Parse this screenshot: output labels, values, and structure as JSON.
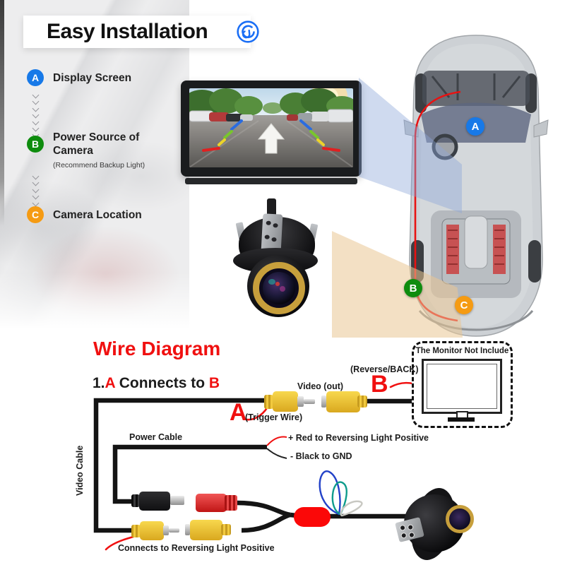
{
  "header": {
    "title": "Easy Installation"
  },
  "installation": {
    "items": [
      {
        "key": "A",
        "label": "Display Screen",
        "color": "#1779e8"
      },
      {
        "key": "B",
        "label": "Power Source of Camera",
        "note": "(Recommend Backup Light)",
        "color": "#0e8c0e"
      },
      {
        "key": "C",
        "label": "Camera Location",
        "color": "#f59b13"
      }
    ]
  },
  "wire_diagram": {
    "title": "Wire Diagram",
    "step": {
      "prefix": "1.",
      "a": "A",
      "middle": " Connects to ",
      "b": "B"
    },
    "labels": {
      "video_out": "Video (out)",
      "reverse_back": "(Reverse/BACK)",
      "a_marker": "A",
      "b_marker": "B",
      "trigger_wire": "(Trigger Wire)",
      "power_cable": "Power Cable",
      "video_cable": "Video Cable",
      "red_positive": "+ Red to Reversing Light Positive",
      "black_gnd": "- Black to GND",
      "connects_reversing": "Connects to Reversing Light Positive",
      "monitor_note": "The Monitor Not Include"
    }
  },
  "colors": {
    "red_accent": "#f01010",
    "badge_a": "#1779e8",
    "badge_b": "#0e8c0e",
    "badge_c": "#f59b13",
    "rca_yellow": "#f2ca3e",
    "dc_red": "#d92b2b",
    "wire_black": "#141414",
    "icon_blue": "#1a6ef5",
    "junction_red": "#fb0808",
    "lens_gold": "#c79f3c",
    "beam_blue": "#8ca6d8",
    "beam_tan": "#e9c794"
  }
}
